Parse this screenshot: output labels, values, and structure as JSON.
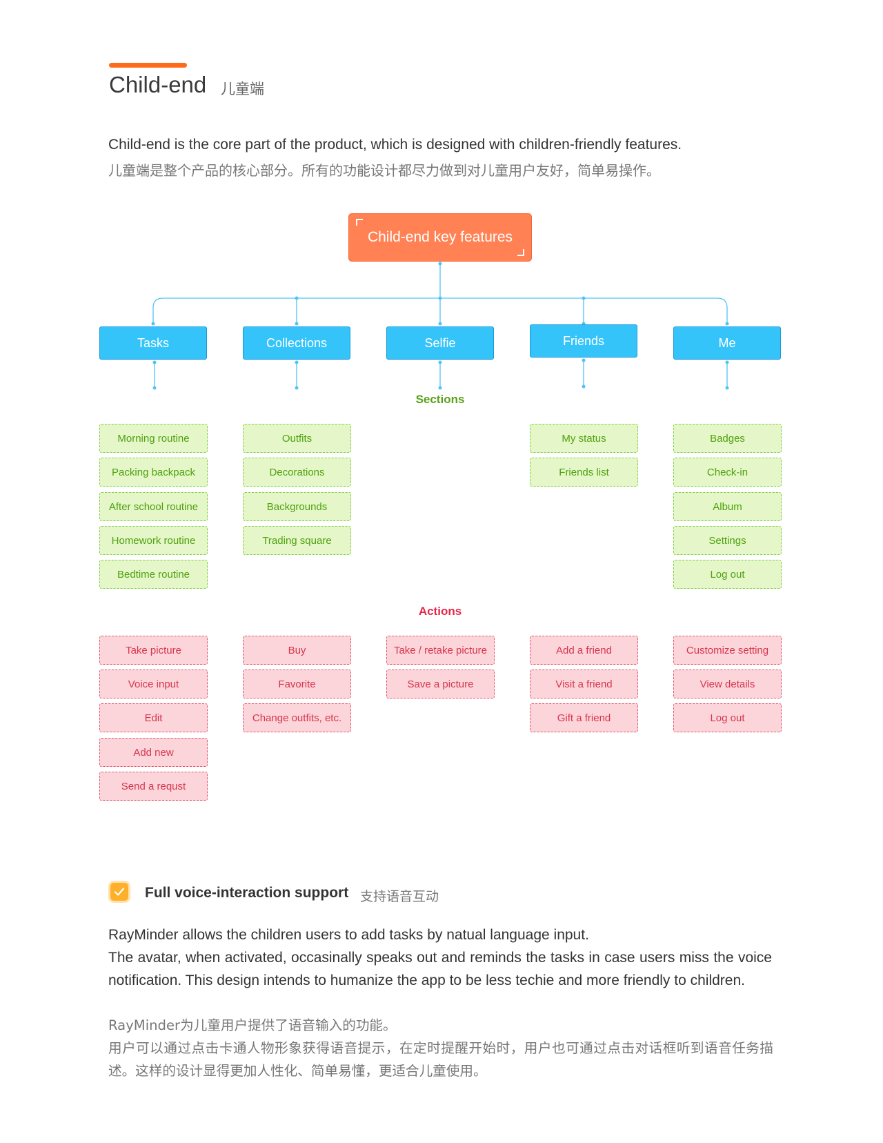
{
  "header": {
    "title": "Child-end",
    "title_cn": "儿童端",
    "accent_color": "#ff6a1a"
  },
  "intro": {
    "en": "Child-end is the core part of the product, which is designed with children-friendly features.",
    "cn": "儿童端是整个产品的核心部分。所有的功能设计都尽力做到对儿童用户友好，简单易操作。"
  },
  "diagram": {
    "root": "Child-end key features",
    "sections_label": "Sections",
    "actions_label": "Actions",
    "colors": {
      "root": "#ff8154",
      "category": "#34c4fa",
      "section": "#e5f6c8",
      "action": "#fbd5d9",
      "connector": "#4fc3f7"
    },
    "categories": [
      {
        "label": "Tasks",
        "sections": [
          "Morning routine",
          "Packing backpack",
          "After school routine",
          "Homework routine",
          "Bedtime routine"
        ],
        "actions": [
          "Take picture",
          "Voice input",
          "Edit",
          "Add new",
          "Send a requst"
        ]
      },
      {
        "label": "Collections",
        "sections": [
          "Outfits",
          "Decorations",
          "Backgrounds",
          "Trading square"
        ],
        "actions": [
          "Buy",
          "Favorite",
          "Change outfits, etc."
        ]
      },
      {
        "label": "Selfie",
        "sections": [],
        "actions": [
          "Take / retake picture",
          "Save a picture"
        ]
      },
      {
        "label": "Friends",
        "sections": [
          "My status",
          "Friends list"
        ],
        "actions": [
          "Add a friend",
          "Visit a friend",
          "Gift a friend"
        ]
      },
      {
        "label": "Me",
        "sections": [
          "Badges",
          "Check-in",
          "Album",
          "Settings",
          "Log out"
        ],
        "actions": [
          "Customize setting",
          "View details",
          "Log out"
        ]
      }
    ]
  },
  "feature": {
    "icon": "check-icon",
    "title": "Full voice-interaction support",
    "title_cn": "支持语音互动",
    "paragraphs_en": [
      "RayMinder allows the children users to add tasks by natual language input.",
      "The avatar, when activated, occasinally speaks out and reminds the tasks in case users miss the voice notification. This design intends to humanize the app to be less techie and more friendly to children."
    ],
    "paragraphs_cn": [
      "RayMinder为儿童用户提供了语音输入的功能。",
      "用户可以通过点击卡通人物形象获得语音提示，在定时提醒开始时，用户也可通过点击对话框听到语音任务描述。这样的设计显得更加人性化、简单易懂，更适合儿童使用。"
    ]
  }
}
